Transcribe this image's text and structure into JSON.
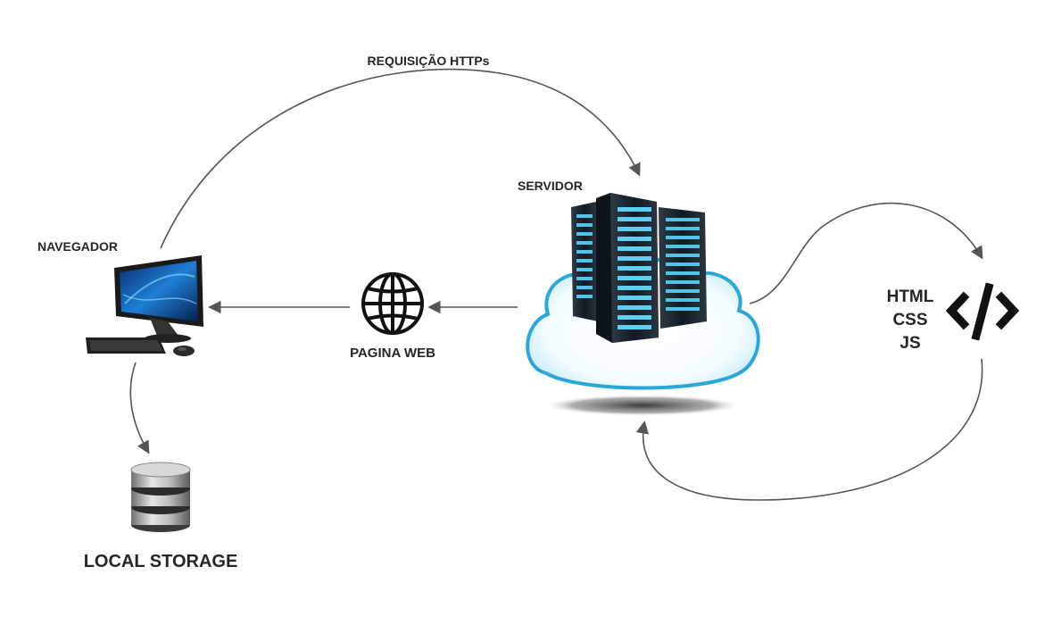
{
  "labels": {
    "request": "REQUISIÇÃO HTTPs",
    "server": "SERVIDOR",
    "browser": "NAVEGADOR",
    "webpage": "PAGINA WEB",
    "storage": "LOCAL STORAGE",
    "html": "HTML",
    "css": "CSS",
    "js": "JS"
  },
  "icons": {
    "computer": "computer-icon",
    "globe": "globe-icon",
    "server": "server-rack-icon",
    "cloud": "cloud-icon",
    "code": "code-icon",
    "database": "database-icon"
  },
  "colors": {
    "arrow": "#555555",
    "text": "#262626",
    "rack": "#1c2833",
    "rack_light": "#4fc3e8",
    "cloud_edge": "#2aa7da"
  }
}
